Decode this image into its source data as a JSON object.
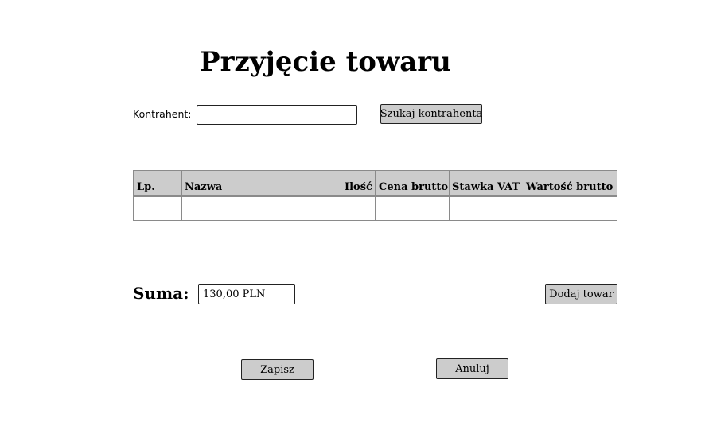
{
  "header": {
    "title": "Przyjęcie towaru"
  },
  "contractor": {
    "label": "Kontrahent:",
    "value": "",
    "search_button": "Szukaj kontrahenta"
  },
  "items_table": {
    "columns": [
      "Lp.",
      "Nazwa",
      "Ilość",
      "Cena brutto",
      "Stawka VAT",
      "Wartość brutto"
    ],
    "rows": []
  },
  "summary": {
    "label": "Suma:",
    "value": "130,00 PLN"
  },
  "actions": {
    "add_item": "Dodaj towar",
    "save": "Zapisz",
    "cancel": "Anuluj"
  },
  "colors": {
    "button_bg": "#cccccc",
    "table_header_bg": "#cccccc",
    "border": "#222222"
  }
}
